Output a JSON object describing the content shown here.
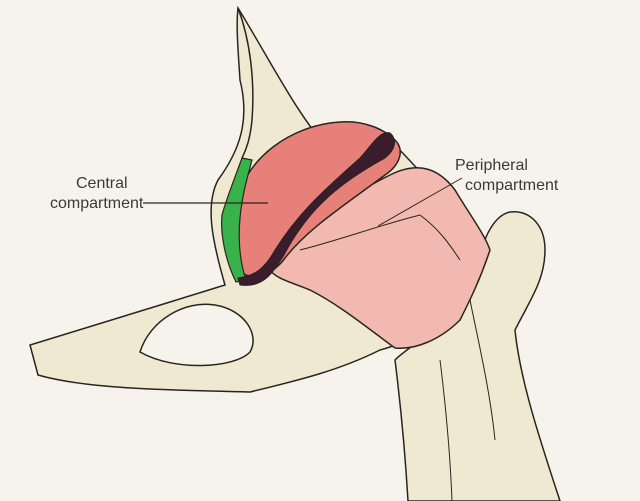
{
  "labels": {
    "central_line1": "Central",
    "central_line2": "compartment",
    "peripheral_line1": "Peripheral",
    "peripheral_line2": "compartment"
  },
  "colors": {
    "background": "#f6f3ec",
    "bone": "#efe9d2",
    "outline": "#2a2420",
    "central_compartment": "#39b24a",
    "femoral_head": "#e8807a",
    "peripheral_compartment": "#f2b9b0",
    "labrum": "#3a1c2c"
  }
}
